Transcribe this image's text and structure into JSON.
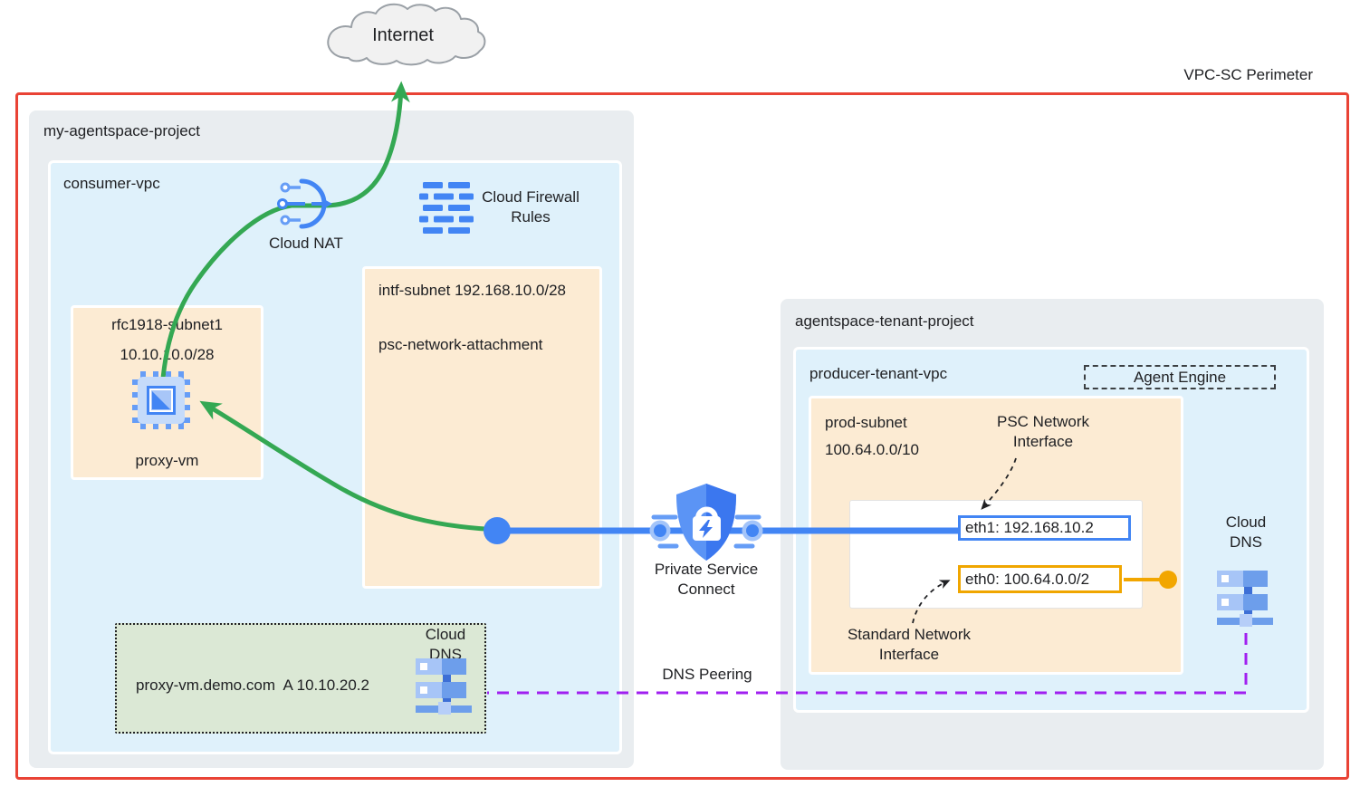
{
  "colors": {
    "perimeter_red": "#E94335",
    "project_gray": "#E9EDF0",
    "vpc_blue": "#DFF1FB",
    "subnet_peach": "#FCEBD3",
    "dns_zone_green": "#DBE8D5",
    "flow_green": "#34A853",
    "psc_blue": "#4285F4",
    "dns_peering_purple": "#A020F0",
    "eth0_gold": "#F0A600"
  },
  "perimeter": {
    "label": "VPC-SC Perimeter"
  },
  "internet": {
    "label": "Internet"
  },
  "my_project": {
    "title": "my-agentspace-project",
    "consumer_vpc": {
      "title": "consumer-vpc",
      "cloud_nat_label": "Cloud NAT",
      "firewall_label_line1": "Cloud Firewall",
      "firewall_label_line2": "Rules",
      "intf_subnet_line1": "intf-subnet 192.168.10.0/28",
      "intf_subnet_line2": "psc-network-attachment",
      "rfc_subnet_name": "rfc1918-subnet1",
      "rfc_subnet_cidr": "10.10.10.0/28",
      "proxy_vm_label": "proxy-vm",
      "dns_zone": {
        "record": "proxy-vm.demo.com  A 10.10.20.2",
        "dns_label_line1": "Cloud",
        "dns_label_line2": "DNS"
      }
    }
  },
  "psc": {
    "label_line1": "Private Service",
    "label_line2": "Connect"
  },
  "tenant_project": {
    "title": "agentspace-tenant-project",
    "producer_vpc": {
      "title": "producer-tenant-vpc",
      "agent_engine_label": "Agent Engine",
      "prod_subnet_name": "prod-subnet",
      "prod_subnet_cidr": "100.64.0.0/10",
      "psc_interface_line1": "PSC Network",
      "psc_interface_line2": "Interface",
      "eth1_label": "eth1: 192.168.10.2",
      "eth0_label": "eth0: 100.64.0.0/2",
      "std_interface_line1": "Standard Network",
      "std_interface_line2": "Interface"
    },
    "cloud_dns_line1": "Cloud",
    "cloud_dns_line2": "DNS"
  },
  "dns_peering_label": "DNS Peering"
}
